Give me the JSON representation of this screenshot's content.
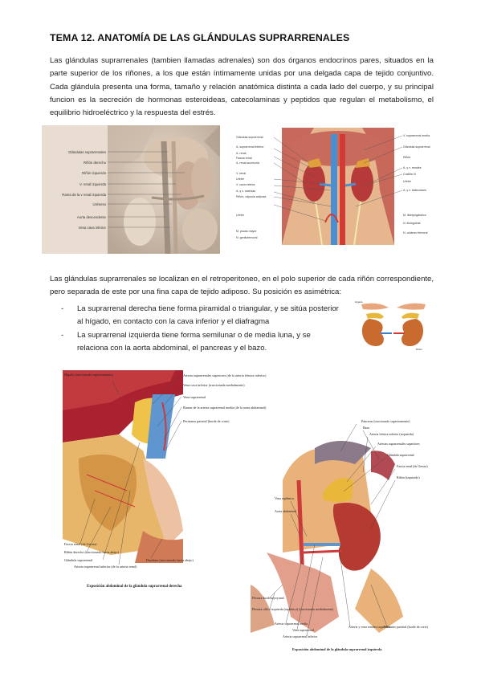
{
  "title": "TEMA 12. ANATOMÍA DE LAS GLÁNDULAS SUPRARRENALES",
  "intro": "Las glándulas suprarrenales (tambien llamadas adrenales) son dos órganos endocrinos pares, situados en la parte superior de los riñones, a los que están íntimamente unidas por una delgada capa de tejido conjuntivo. Cada glándula presenta una forma, tamaño y relación anatómica distinta a cada lado del cuerpo, y su principal funcion es la secreción de hormonas esteroideas, catecolaminas y peptidos que regulan el metabolismo, el equilibrio hidroeléctrico y la respuesta del estrés.",
  "location": "Las glándulas suprarrenales se localizan en el retroperitoneo, en el polo superior de cada riñón correspondiente, pero separada de este por una fina capa de tejido adiposo. Su posición es asimétrica:",
  "bullets": [
    {
      "dash": "-",
      "text": "La suprarrenal derecha tiene forma piramidal o triangular, y se sitúa posterior al hígado, en contacto con la cava inferior y el diafragma"
    },
    {
      "dash": "-",
      "text": "La suprarrenal izquierda tiene forma semilunar o de media luna, y se relaciona con la aorta abdominal, el pancreas y el bazo."
    }
  ],
  "fig1": {
    "labels": [
      "Glándulas suprarrenales",
      "Riñón derecho",
      "Riñón izquierdo",
      "V. renal izquierda",
      "Rama de la v renal izquierda",
      "Uréteres",
      "Aorta descendente",
      "Vena cava inferior"
    ]
  },
  "fig2": {
    "left_labels": [
      "Glándula suprarrenal",
      "A. suprarrenal inferior",
      "A. renal",
      "Fascia renal",
      "A. renal accesoria",
      "V. renal",
      "Uréter",
      "V. cava inferior",
      "A. y v. ováricas",
      "Riñón, cápsula adiposa",
      "Uréter",
      "M. psoas mayor",
      "N. genitofemoral"
    ],
    "right_labels": [
      "V. suprarrenal media",
      "Glándula suprarrenal",
      "Riñón",
      "A. y v. renales",
      "Costilla XI",
      "Uréter",
      "A. y v. testiculares",
      "M. iliohipogástrico",
      "N. ilioinguinal",
      "N. cutáneo femoral"
    ]
  },
  "fig3": {
    "labels": [
      "Hígado",
      "Riñón"
    ]
  },
  "fig4": {
    "top_labels": [
      "Hígado (traccionado superiormente)"
    ],
    "right_labels": [
      "Arteria suprarrenales superiores (de la arteria frénica inferior)",
      "Vena cava inferior (traccionada medialmente)",
      "Vena suprarrenal",
      "Ramas de la arteria suprarrenal media (de la aorta abdominal)",
      "Peritoneo parietal (borde de corte)"
    ],
    "bottom_labels": [
      "Fascia renal (de Gerota)",
      "Riñón derecho (traccionado hacia abajo)",
      "Glándula suprarrenal",
      "Arteria suprarrenal inferior (de la arteria renal)",
      "Duodeno (traccionado hacia abajo)"
    ],
    "caption": "Exposición abdominal de la glándula suprarrenal derecha"
  },
  "fig5": {
    "right_labels": [
      "Páncreas (traccionado superiormente)",
      "Bazo",
      "Arteria frénica inferior (izquierda)",
      "Arterias suprarrenales superiores",
      "Glándula suprarrenal",
      "Fascia renal (de Gerota)",
      "Riñón (izquierdo)"
    ],
    "left_labels": [
      "Vena esplénica",
      "Aorta abdominal"
    ],
    "bottom_labels": [
      "Flexura duodenoyeyunal",
      "Flexura cólica izquierda (esplénica) (traccionada medialmente)",
      "Arteria suprarrenal media",
      "Vena suprarrenal",
      "Arteria suprarrenal inferior",
      "Arteria y vena renales izquierdas",
      "Peritoneo parietal (borde de corte)"
    ],
    "caption": "Exposición abdominal de la glándula suprarrenal izquierda"
  }
}
